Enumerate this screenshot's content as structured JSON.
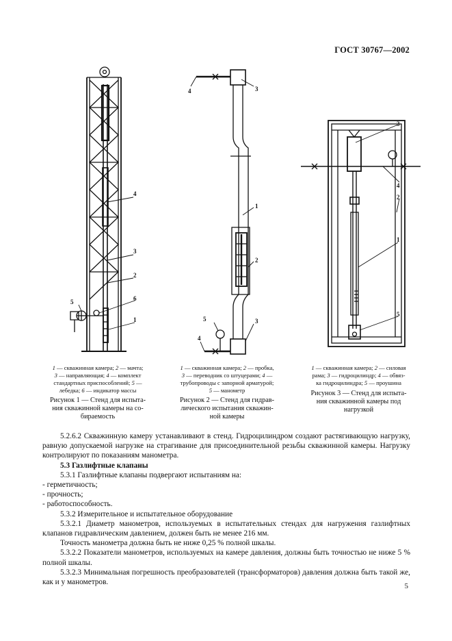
{
  "header": {
    "standard": "ГОСТ 30767—2002"
  },
  "figures": [
    {
      "callouts": [
        "4",
        "3",
        "2",
        "6",
        "5",
        "1"
      ],
      "legend": [
        [
          "1",
          " — скважинная камера;  ",
          "2",
          " — мачта;"
        ],
        [
          "3",
          " — направляющая;  ",
          "4",
          " — комплект"
        ],
        [
          "стандартных приспособлений; ",
          "5",
          " —"
        ],
        [
          "лебедка; ",
          "6",
          " — индикатор массы"
        ]
      ],
      "caption": [
        "Рисунок 1 — Стенд для испыта-",
        "ния скважинной камеры на со-",
        "бираемость"
      ]
    },
    {
      "callouts": [
        "4",
        "3",
        "1",
        "2",
        "5",
        "4",
        "3"
      ],
      "legend": [
        [
          "1",
          " — скважинная камера; ",
          "2",
          " — пробка,"
        ],
        [
          "3",
          " — переводник со штуцерами; ",
          "4",
          " —"
        ],
        [
          "трубопроводы с запорной арматурой;"
        ],
        [
          "5",
          " — манометр"
        ]
      ],
      "caption": [
        "Рисунок 2 — Стенд для гидрав-",
        "лического испытания скважин-",
        "ной камеры"
      ]
    },
    {
      "callouts": [
        "3",
        "4",
        "2",
        "1",
        "5"
      ],
      "legend": [
        [
          "1",
          " — скважинная камера; ",
          "2",
          " — силовая"
        ],
        [
          "рама; ",
          "3",
          " — гидроцилиндр; ",
          "4",
          " — обвяз-"
        ],
        [
          "ка гидроцилиндра; ",
          "5",
          " — проушина"
        ]
      ],
      "caption": [
        "Рисунок 3 — Стенд для испыта-",
        "ния скважинной камеры под",
        "нагрузкой"
      ]
    }
  ],
  "body": {
    "p1": "5.2.6.2 Скважинную камеру устанавливают в стенд. Гидроцилиндром создают растягивающую нагрузку, равную допускаемой нагрузке на страгивание для присоединительной резьбы скважинной камеры. Нагрузку контролируют по показаниям манометра.",
    "h53": "5.3 Газлифтные клапаны",
    "p531": "5.3.1 Газлифтные клапаны подвергают испытаниям на:",
    "items": [
      "- герметичность;",
      "- прочность;",
      "- работоспособность."
    ],
    "p532": "5.3.2 Измерительное и испытательное оборудование",
    "p5321": "5.3.2.1 Диаметр манометров, используемых в испытательных стендах для нагружения газлифтных клапанов гидравлическим давлением, должен быть не менее 216 мм.",
    "p5321b": "Точность манометра должна быть не ниже 0,25 % полной шкалы.",
    "p5322": "5.3.2.2 Показатели манометров, используемых на камере давления, должны быть точностью не ниже 5 % полной шкалы.",
    "p5323": "5.3.2.3 Минимальная погрешность преобразователей (трансформаторов) давления должна быть такой же, как и у манометров."
  },
  "page_number": "5"
}
